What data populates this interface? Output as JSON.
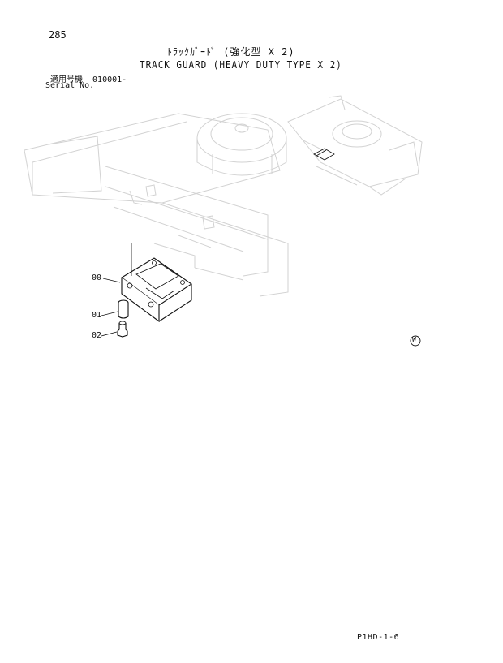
{
  "header": {
    "page_number": "285",
    "title_jp": "ﾄﾗｯｸｶﾞｰﾄﾞ (強化型 X 2)",
    "title_en": "TRACK GUARD (HEAVY DUTY TYPE X 2)",
    "serial_label_jp": "適用号機",
    "serial_value": "010001-",
    "serial_label_en": "Serial No."
  },
  "callouts": [
    "00",
    "01",
    "02"
  ],
  "mark": "W",
  "footer": {
    "code": "P1HD-1-6"
  }
}
